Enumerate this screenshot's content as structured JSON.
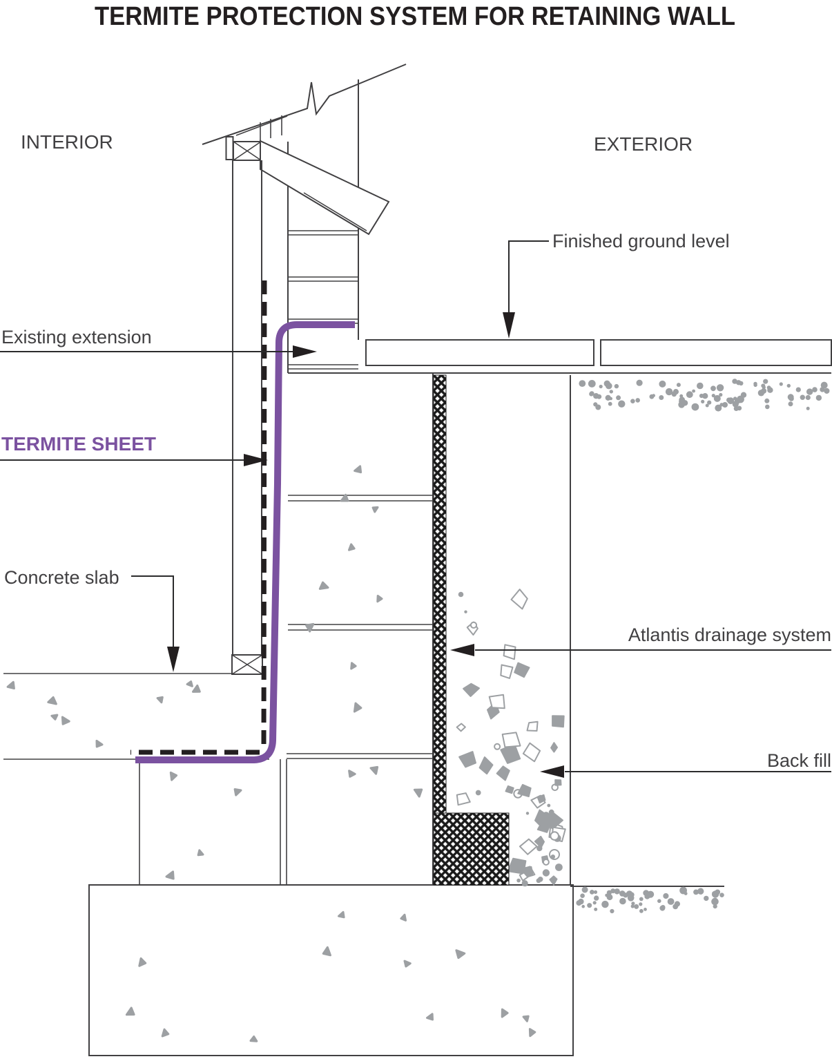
{
  "title": "TERMITE PROTECTION SYSTEM FOR RETAINING WALL",
  "zones": {
    "interior": "INTERIOR",
    "exterior": "EXTERIOR"
  },
  "labels": {
    "finished_ground_level": "Finished ground level",
    "existing_extension": "Existing extension",
    "termite_sheet": "TERMITE SHEET",
    "concrete_slab": "Concrete slab",
    "atlantis_drainage_system": "Atlantis drainage system",
    "back_fill": "Back fill"
  },
  "colors": {
    "line": "#414042",
    "ink": "#231f20",
    "purple": "#7b52a0",
    "speckle": "#9da0a3",
    "hatch": "#1a1a1a",
    "background": "#ffffff"
  }
}
